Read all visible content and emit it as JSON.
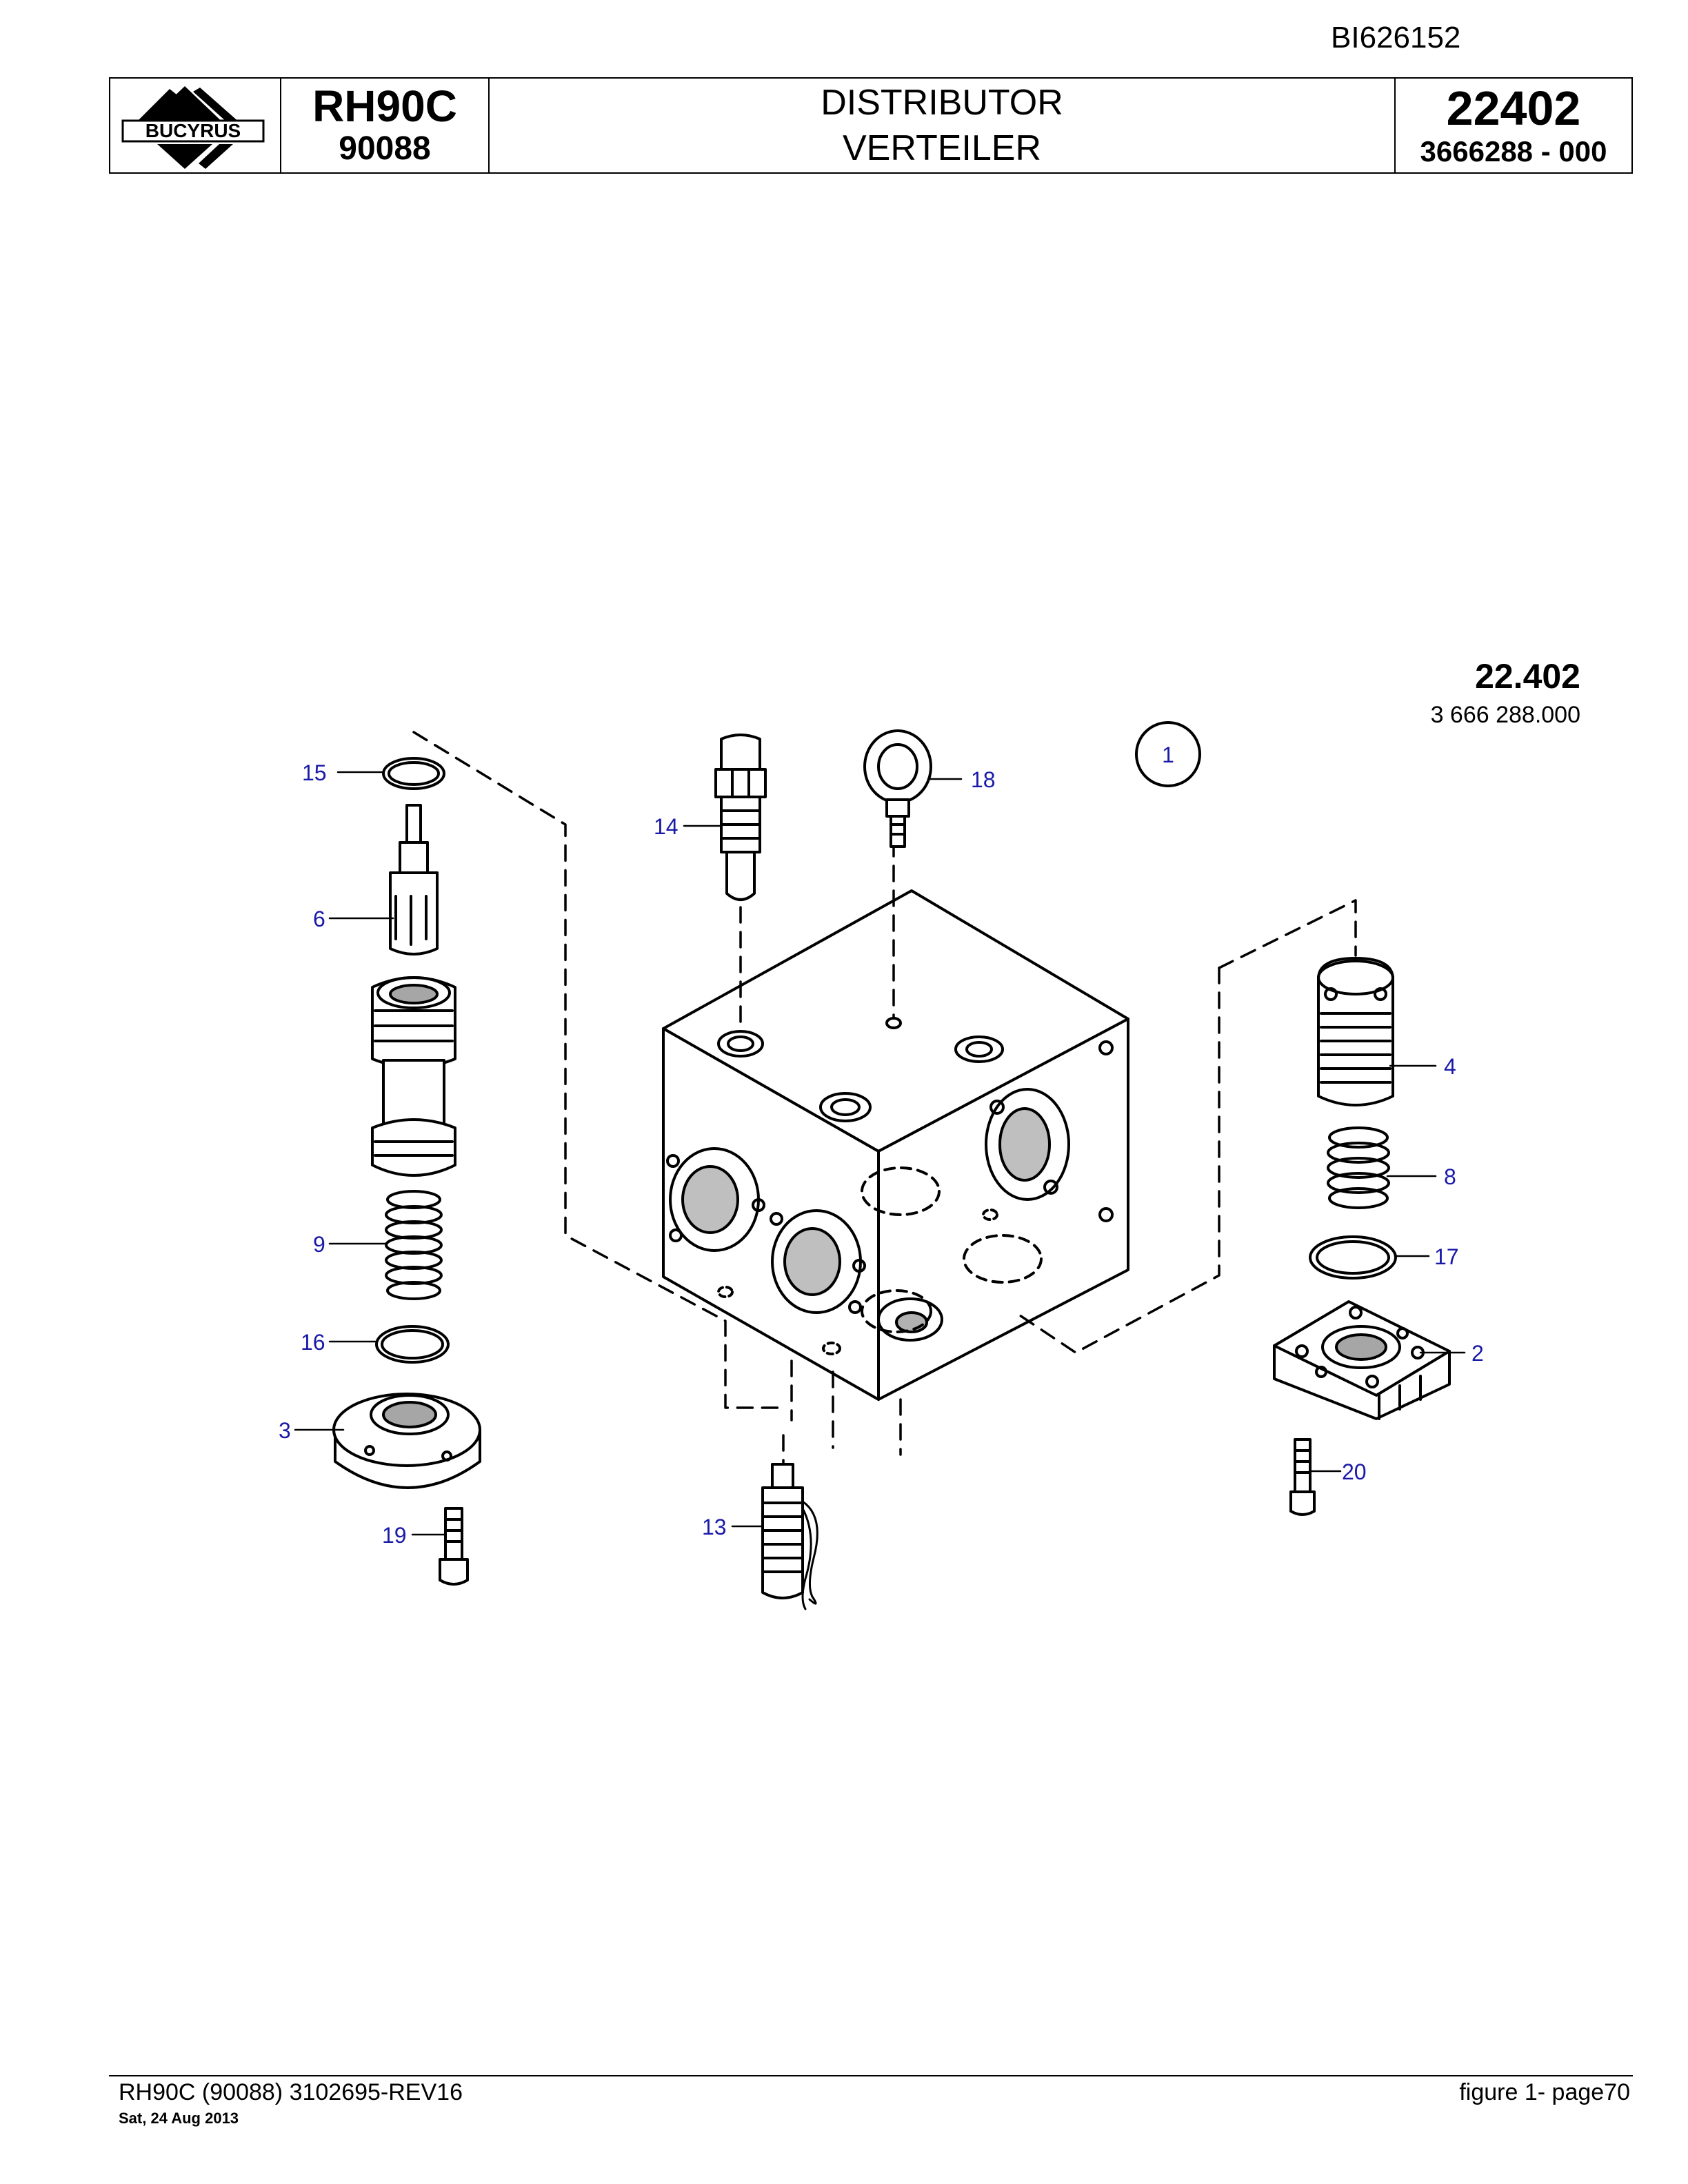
{
  "document_id": "BI626152",
  "header": {
    "logo_text": "BUCYRUS",
    "model": "RH90C",
    "serial": "90088",
    "title_en": "DISTRIBUTOR",
    "title_de": "VERTEILER",
    "group_number": "22402",
    "part_number": "3666288  - 000"
  },
  "figure": {
    "number": "22.402",
    "part_number": "3 666 288.000",
    "callouts": [
      {
        "label": "15"
      },
      {
        "label": "6"
      },
      {
        "label": "9"
      },
      {
        "label": "16"
      },
      {
        "label": "3"
      },
      {
        "label": "19"
      },
      {
        "label": "14"
      },
      {
        "label": "18"
      },
      {
        "label": "1"
      },
      {
        "label": "4"
      },
      {
        "label": "8"
      },
      {
        "label": "17"
      },
      {
        "label": "2"
      },
      {
        "label": "20"
      },
      {
        "label": "13"
      }
    ]
  },
  "footer": {
    "left": "RH90C (90088) 3102695-REV16",
    "date": "Sat, 24 Aug 2013",
    "right": "figure  1- page70"
  },
  "colors": {
    "callout": "#1a1aa8",
    "line": "#000000"
  }
}
